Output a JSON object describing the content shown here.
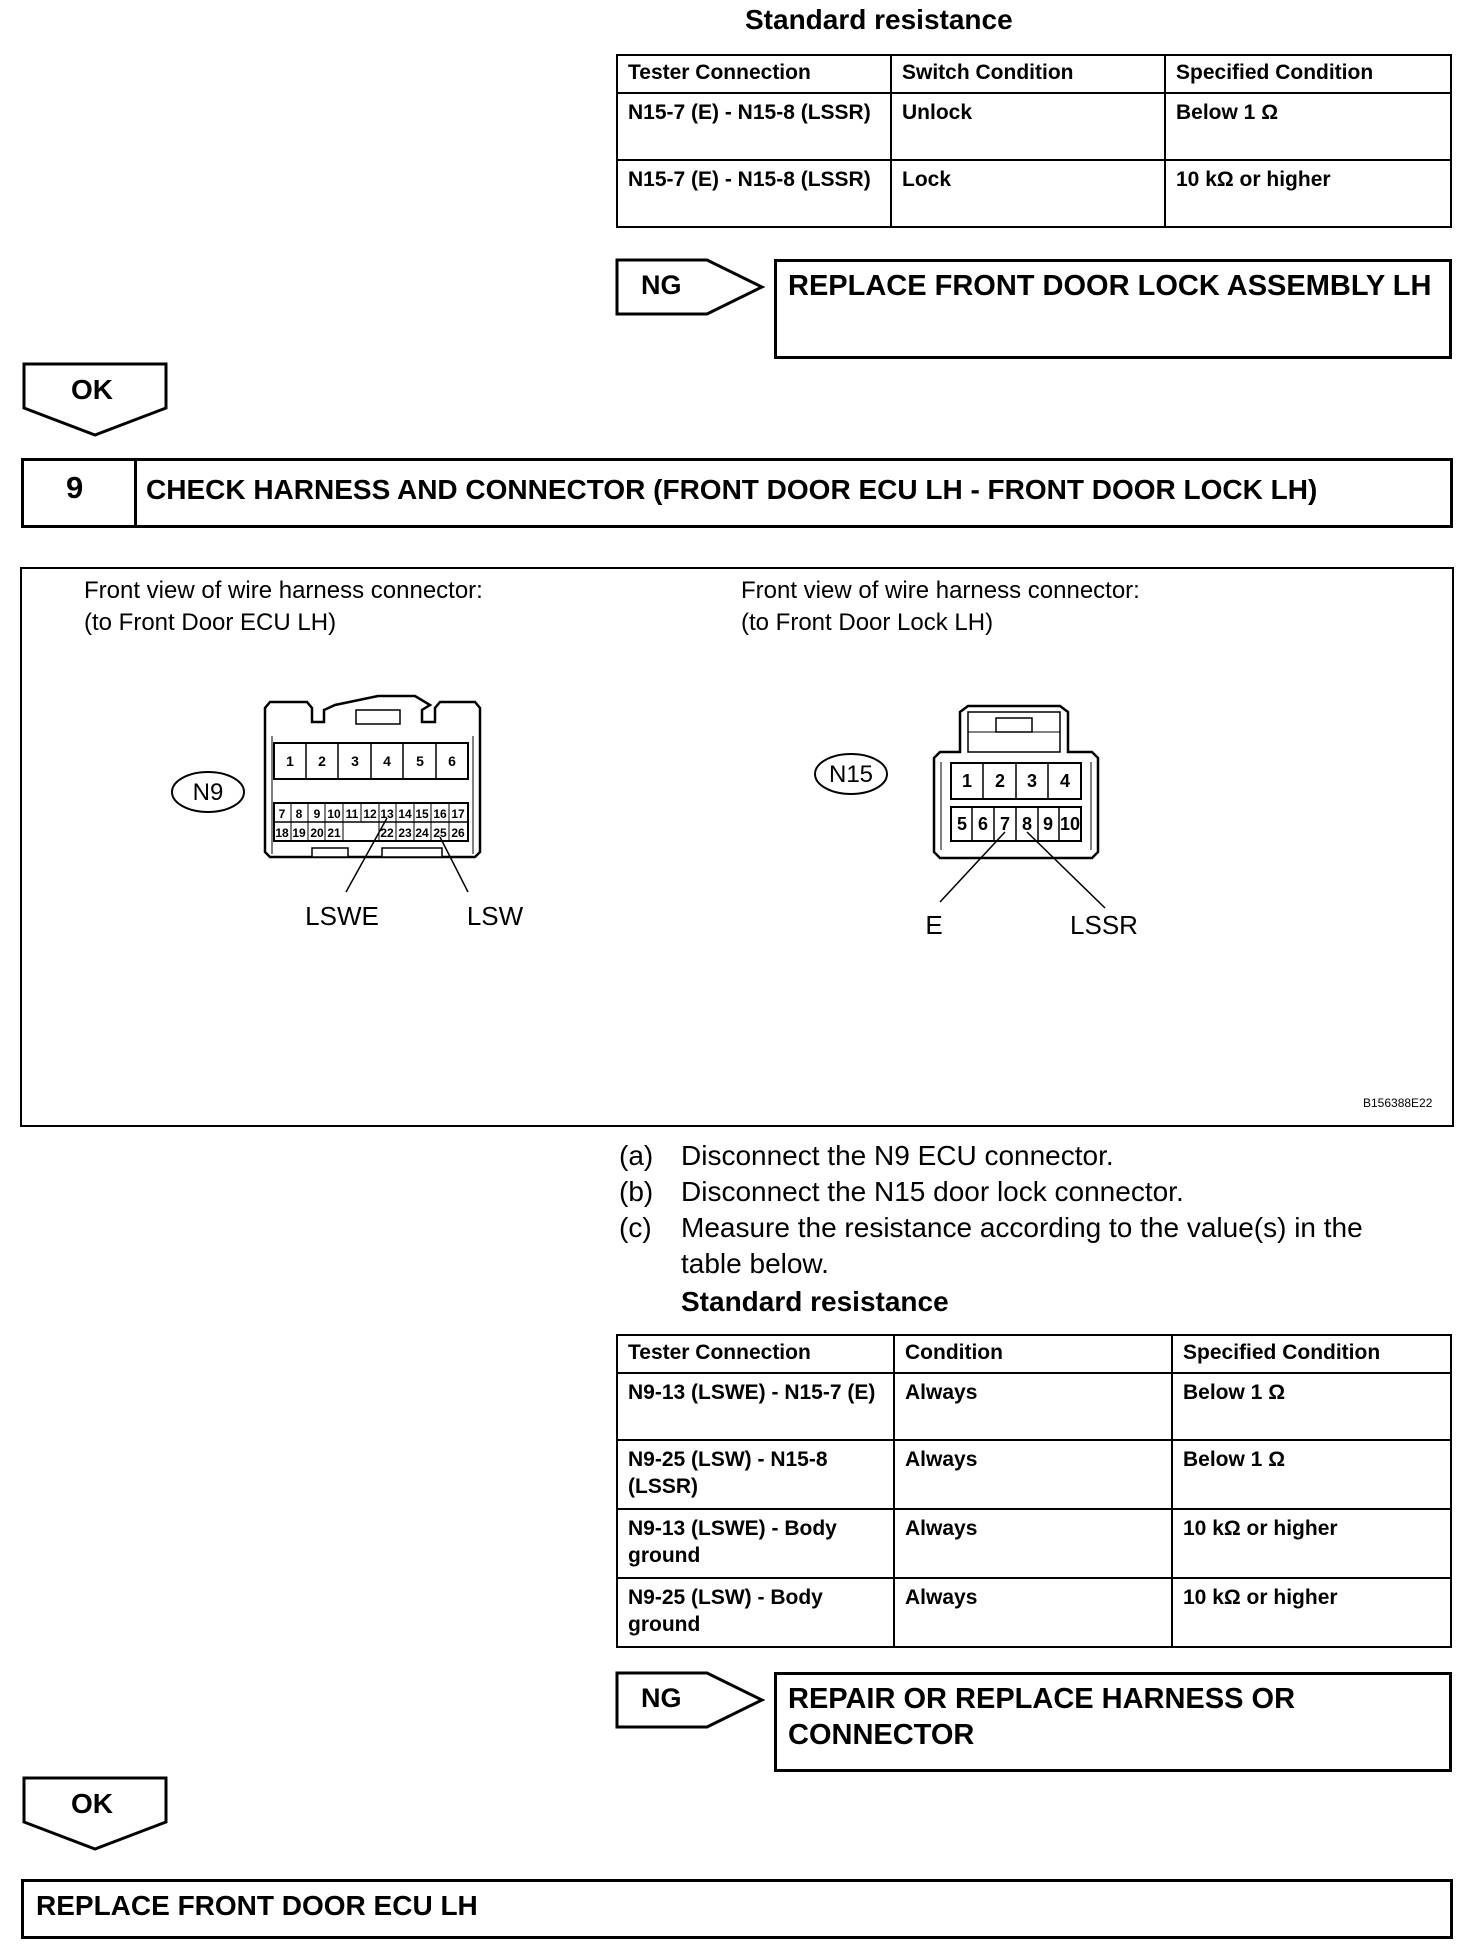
{
  "top_section": {
    "standard_resistance_title": "Standard resistance",
    "table": {
      "headers": [
        "Tester Connection",
        "Switch Condition",
        "Specified Condition"
      ],
      "rows": [
        [
          "N15-7 (E) - N15-8 (LSSR)",
          "Unlock",
          "Below 1 Ω"
        ],
        [
          "N15-7 (E) - N15-8 (LSSR)",
          "Lock",
          "10 kΩ or higher"
        ]
      ]
    },
    "ng_label": "NG",
    "ng_result": "REPLACE FRONT DOOR LOCK ASSEMBLY LH",
    "ok_label": "OK"
  },
  "step": {
    "number": "9",
    "title": "CHECK HARNESS AND CONNECTOR (FRONT DOOR ECU LH - FRONT DOOR LOCK LH)"
  },
  "figure": {
    "left_caption": "Front view of wire harness connector:\n(to Front Door ECU LH)",
    "right_caption": "Front view of wire harness connector:\n(to Front Door Lock LH)",
    "connector_n9": {
      "id": "N9",
      "top_pins": [
        "1",
        "2",
        "3",
        "4",
        "5",
        "6"
      ],
      "mid_pins": [
        "7",
        "8",
        "9",
        "10",
        "11",
        "12",
        "13",
        "14",
        "15",
        "16",
        "17"
      ],
      "bottom_pins": [
        "18",
        "19",
        "20",
        "21",
        "22",
        "23",
        "24",
        "25",
        "26"
      ],
      "label_a": "LSWE",
      "label_b": "LSW"
    },
    "connector_n15": {
      "id": "N15",
      "top_pins": [
        "1",
        "2",
        "3",
        "4"
      ],
      "bottom_pins": [
        "5",
        "6",
        "7",
        "8",
        "9",
        "10"
      ],
      "label_a": "E",
      "label_b": "LSSR"
    },
    "code": "B156388E22"
  },
  "instructions": [
    {
      "label": "(a)",
      "text": "Disconnect the N9 ECU connector."
    },
    {
      "label": "(b)",
      "text": "Disconnect the N15 door lock connector."
    },
    {
      "label": "(c)",
      "text": "Measure the resistance according to the value(s) in the table below."
    }
  ],
  "bottom_section": {
    "standard_resistance_title": "Standard resistance",
    "table": {
      "headers": [
        "Tester Connection",
        "Condition",
        "Specified Condition"
      ],
      "rows": [
        [
          "N9-13 (LSWE) - N15-7 (E)",
          "Always",
          "Below 1 Ω"
        ],
        [
          "N9-25 (LSW) - N15-8 (LSSR)",
          "Always",
          "Below 1 Ω"
        ],
        [
          "N9-13 (LSWE) - Body ground",
          "Always",
          "10 kΩ or higher"
        ],
        [
          "N9-25 (LSW) - Body ground",
          "Always",
          "10 kΩ or higher"
        ]
      ]
    },
    "ng_label": "NG",
    "ng_result": "REPAIR OR REPLACE HARNESS OR CONNECTOR",
    "ok_label": "OK"
  },
  "final_action": "REPLACE FRONT DOOR ECU LH"
}
